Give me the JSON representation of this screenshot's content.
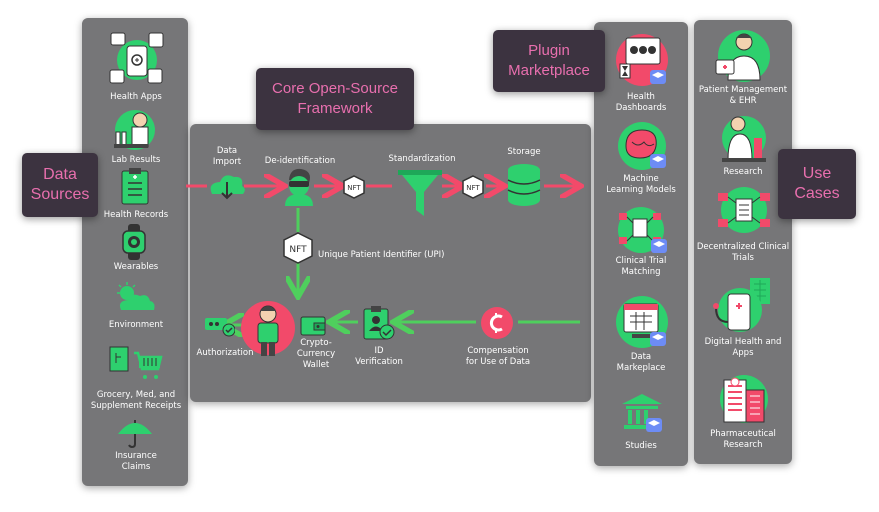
{
  "tags": {
    "data_sources": "Data\nSources",
    "core_framework": "Core Open-Source\nFramework",
    "plugin_marketplace": "Plugin\nMarketplace",
    "use_cases": "Use\nCases"
  },
  "data_sources": [
    {
      "label": "Health Apps",
      "icon": "health-apps-icon"
    },
    {
      "label": "Lab Results",
      "icon": "lab-results-icon"
    },
    {
      "label": "Health Records",
      "icon": "health-records-icon"
    },
    {
      "label": "Wearables",
      "icon": "wearables-icon"
    },
    {
      "label": "Environment",
      "icon": "environment-icon"
    },
    {
      "label": "Grocery, Med, and\nSupplement Receipts",
      "icon": "receipts-icon"
    },
    {
      "label": "Insurance\nClaims",
      "icon": "insurance-umbrella-icon"
    }
  ],
  "framework": {
    "top_flow": [
      {
        "label": "Data\nImport",
        "icon": "cloud-download-icon"
      },
      {
        "label": "De-identification",
        "icon": "masked-person-icon"
      },
      {
        "label": "Standardization",
        "icon": "funnel-icon"
      },
      {
        "label": "Storage",
        "icon": "database-icon"
      }
    ],
    "nft_badge": "NFT",
    "upi_label": "Unique Patient Identifier (UPI)",
    "bottom_flow": [
      {
        "label": "Authorization",
        "icon": "key-icon"
      },
      {
        "label": "Crypto-\nCurrency\nWallet",
        "icon": "wallet-icon"
      },
      {
        "label": "ID\nVerification",
        "icon": "id-badge-icon"
      },
      {
        "label": "Compensation\nfor Use of Data",
        "icon": "crypto-coin-icon"
      }
    ]
  },
  "plugins": [
    {
      "label": "Health\nDashboards",
      "icon": "dashboard-icon"
    },
    {
      "label": "Machine\nLearning Models",
      "icon": "ml-brain-icon"
    },
    {
      "label": "Clinical Trial\nMatching",
      "icon": "network-icon"
    },
    {
      "label": "Data\nMarkeplace",
      "icon": "browser-grid-icon"
    },
    {
      "label": "Studies",
      "icon": "institution-icon"
    }
  ],
  "use_cases": [
    {
      "label": "Patient Management\n& EHR",
      "icon": "doctor-icon"
    },
    {
      "label": "Research",
      "icon": "researcher-icon"
    },
    {
      "label": "Decentralized Clinical\nTrials",
      "icon": "decentralized-network-icon"
    },
    {
      "label": "Digital  Health and\nApps",
      "icon": "phone-stethoscope-icon"
    },
    {
      "label": "Pharmaceutical\nResearch",
      "icon": "pharma-building-icon"
    }
  ],
  "colors": {
    "panel": "#767678",
    "tag_bg": "#3c3340",
    "tag_text": "#e86fae",
    "green": "#2ed06e",
    "red_arrow": "#f24a6a",
    "green_arrow": "#4fcf5d"
  }
}
